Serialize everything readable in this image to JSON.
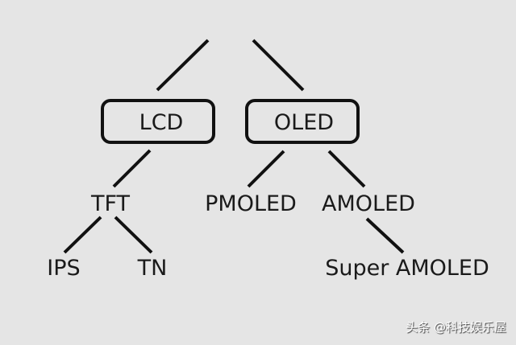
{
  "nodes": {
    "lcd": "LCD",
    "oled": "OLED",
    "tft": "TFT",
    "pmoled": "PMOLED",
    "amoled": "AMOLED",
    "ips": "IPS",
    "tn": "TN",
    "super_amoled": "Super AMOLED"
  },
  "watermark": "头条 @科技娱乐屋"
}
